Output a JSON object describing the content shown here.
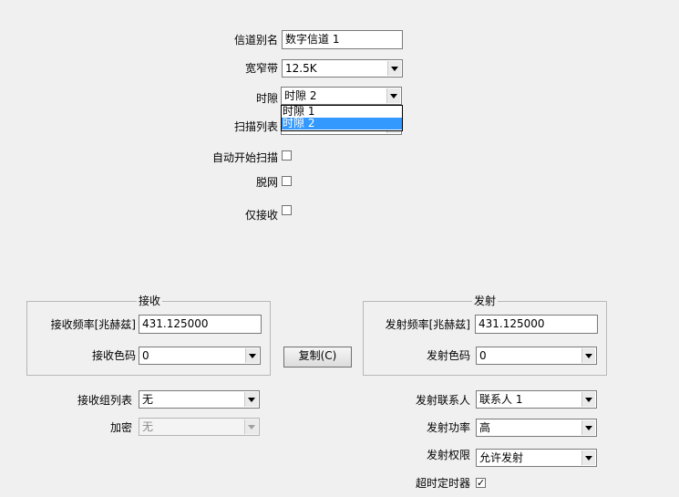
{
  "channel": {
    "alias_label": "信道别名",
    "alias_value": "数字信道 1",
    "bandwidth_label": "宽窄带",
    "bandwidth_value": "12.5K",
    "timeslot_label": "时隙",
    "timeslot_value": "时隙 2",
    "timeslot_options": [
      "时隙 1",
      "时隙 2"
    ],
    "scanlist_label": "扫描列表",
    "auto_scan_label": "自动开始扫描",
    "offnet_label": "脱网",
    "rx_only_label": "仅接收"
  },
  "receive": {
    "group_title": "接收",
    "freq_label": "接收频率[兆赫兹]",
    "freq_value": "431.125000",
    "color_code_label": "接收色码",
    "color_code_value": "0",
    "group_list_label": "接收组列表",
    "group_list_value": "无",
    "encrypt_label": "加密",
    "encrypt_value": "无"
  },
  "copy_button": "复制(C)",
  "transmit": {
    "group_title": "发射",
    "freq_label": "发射频率[兆赫兹]",
    "freq_value": "431.125000",
    "color_code_label": "发射色码",
    "color_code_value": "0",
    "contact_label": "发射联系人",
    "contact_value": "联系人 1",
    "power_label": "发射功率",
    "power_value": "高",
    "permission_label": "发射权限",
    "permission_value": "允许发射",
    "tot_label": "超时定时器",
    "tot_checked": true
  }
}
